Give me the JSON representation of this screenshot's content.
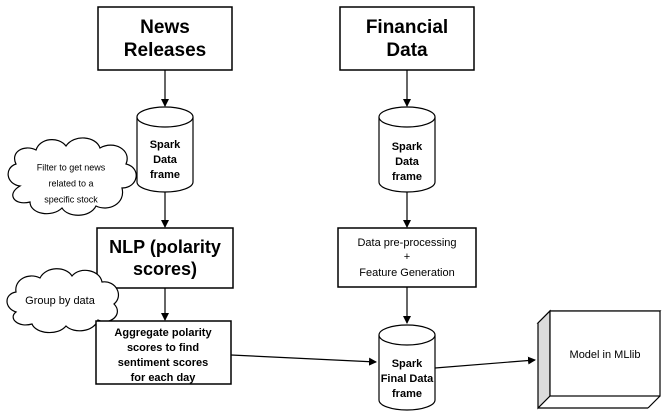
{
  "boxes": {
    "news_releases": [
      "News",
      "Releases"
    ],
    "financial_data": [
      "Financial",
      "Data"
    ],
    "nlp": [
      "NLP (polarity",
      "scores)"
    ],
    "aggregate": [
      "Aggregate polarity",
      "scores to find",
      "sentiment scores",
      "for each day"
    ],
    "preprocessing": [
      "Data pre-processing",
      "+",
      "Feature Generation"
    ],
    "model": "Model in MLlib"
  },
  "cylinders": {
    "left_df": [
      "Spark",
      "Data",
      "frame"
    ],
    "right_df": [
      "Spark",
      "Data",
      "frame"
    ],
    "final_df": [
      "Spark",
      "Final Data",
      "frame"
    ]
  },
  "clouds": {
    "filter": [
      "Filter to get news",
      "related to a",
      "specific stock"
    ],
    "group": "Group by data"
  }
}
